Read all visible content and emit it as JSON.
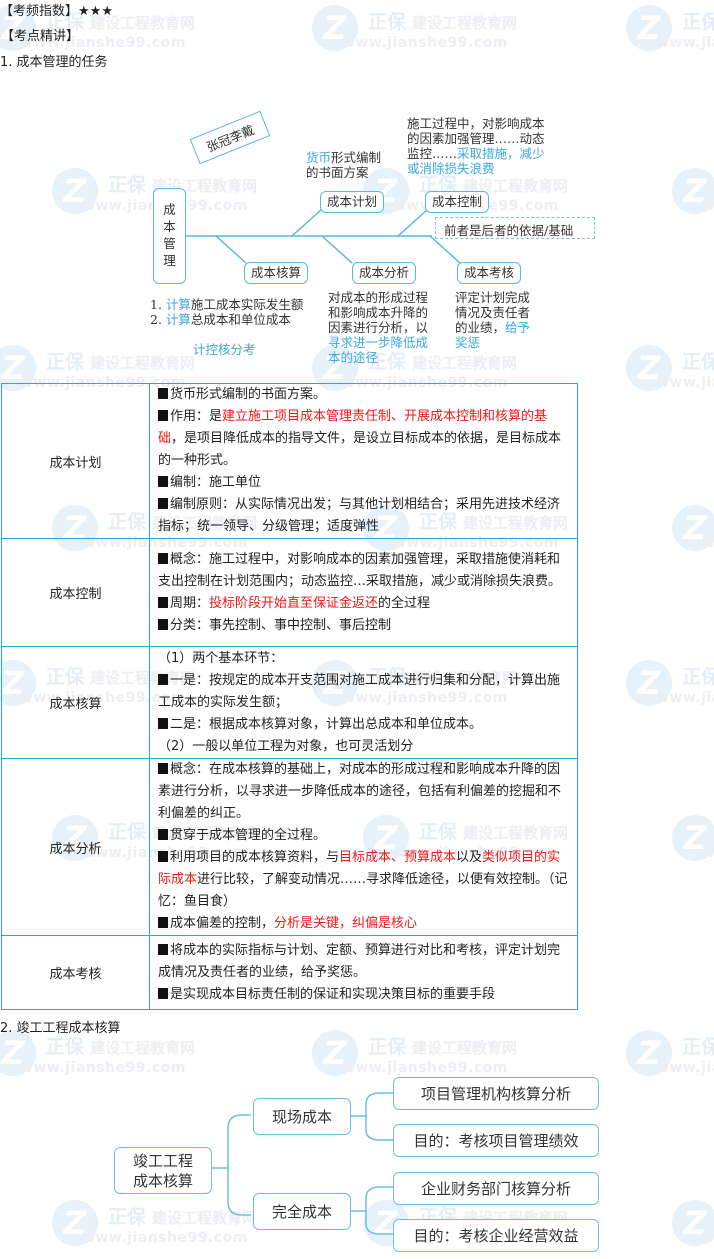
{
  "header": {
    "frequency_label": "【考频指数】",
    "frequency_stars": "★★★",
    "section_label": "【考点精讲】",
    "heading1": "1. 成本管理的任务",
    "heading2": "2. 竣工工程成本核算"
  },
  "watermark": {
    "brand": "正保",
    "name": "建设工程教育网",
    "url": "www.jianshe99.com"
  },
  "fishbone": {
    "stamp": "张冠李戴",
    "root": [
      "成",
      "本",
      "管",
      "理"
    ],
    "nodes": {
      "plan": "成本计划",
      "control": "成本控制",
      "accounting": "成本核算",
      "analysis": "成本分析",
      "assessment": "成本考核"
    },
    "dashed_note": "前者是后者的依据/基础",
    "plan_note": {
      "blue": "货币",
      "line1_rest": "形式编制",
      "line2": "的书面方案"
    },
    "control_note": {
      "line1": "施工过程中，对影响成本",
      "line2": "的因素加强管理……动态",
      "line3_black": "监控……",
      "line3_blue": "采取措施，减少",
      "line4_blue": "或消除损失浪费"
    },
    "accounting_note": {
      "item1_num": "1. ",
      "item1_blue": "计算",
      "item1_rest": "施工成本实际发生额",
      "item2_num": "2. ",
      "item2_blue": "计算",
      "item2_rest": "总成本和单位成本",
      "mnemonic": "计控核分考"
    },
    "analysis_note": {
      "line1": "对成本的形成过程",
      "line2": "和影响成本升降的",
      "line3": "因素进行分析，以",
      "line4_blue": "寻求进一步降低成",
      "line5_blue": "本的途径"
    },
    "assessment_note": {
      "line1": "评定计划完成",
      "line2": "情况及责任者",
      "line3_black": "的业绩，",
      "line3_blue": "给予",
      "line4_blue": "奖惩"
    }
  },
  "table": {
    "rows": [
      {
        "label": "成本计划",
        "paras": [
          [
            {
              "t": "货币形式编制的书面方案。",
              "b": true
            }
          ],
          [
            {
              "t": "作用：是",
              "b": true
            },
            {
              "t": "建立施工项目成本管理责任制、开展成本控制和核算的基础",
              "red": true
            },
            {
              "t": "，是项目降低成本的指导文件，是设立目标成本的依据，是目标成本的一种形式。"
            }
          ],
          [
            {
              "t": "编制：施工单位",
              "b": true
            }
          ],
          [
            {
              "t": "编制原则：从实际情况出发；与其他计划相结合；采用先进技术经济指标；统一领导、分级管理；适度弹性",
              "b": true
            }
          ]
        ]
      },
      {
        "label": "成本控制",
        "paras": [
          [
            {
              "t": "概念：施工过程中，对影响成本的因素加强管理，采取措施使消耗和支出控制在计划范围内；动态监控…采取措施，减少或消除损失浪费。",
              "b": true
            }
          ],
          [
            {
              "t": "周期：",
              "b": true
            },
            {
              "t": "投标阶段开始直至保证金返还",
              "red": true
            },
            {
              "t": "的全过程"
            }
          ],
          [
            {
              "t": "分类：事先控制、事中控制、事后控制",
              "b": true
            }
          ]
        ]
      },
      {
        "label": "成本核算",
        "paras": [
          [
            {
              "t": "（1）两个基本环节："
            }
          ],
          [
            {
              "t": "一是：按规定的成本开支范围对施工成本进行归集和分配，计算出施工成本的实际发生额；",
              "b": true
            }
          ],
          [
            {
              "t": "二是：根据成本核算对象，计算出总成本和单位成本。",
              "b": true
            }
          ],
          [
            {
              "t": "（2）一般以单位工程为对象，也可灵活划分"
            }
          ]
        ]
      },
      {
        "label": "成本分析",
        "paras": [
          [
            {
              "t": "概念：在成本核算的基础上，对成本的形成过程和影响成本升降的因素进行分析，以寻求进一步降低成本的途径，包括有利偏差的挖掘和不利偏差的纠正。",
              "b": true
            }
          ],
          [
            {
              "t": "贯穿于成本管理的全过程。",
              "b": true
            }
          ],
          [
            {
              "t": "利用项目的成本核算资料，与",
              "b": true
            },
            {
              "t": "目标成本、预算成本",
              "red": true
            },
            {
              "t": "以及"
            },
            {
              "t": "类似项目的实际成本",
              "red": true
            },
            {
              "t": "进行比较，了解变动情况……寻求降低途径，以便有效控制。（记忆：鱼目食）"
            }
          ],
          [
            {
              "t": "成本偏差的控制，",
              "b": true
            },
            {
              "t": "分析是关键，纠偏是核心",
              "red": true
            }
          ]
        ]
      },
      {
        "label": "成本考核",
        "paras": [
          [
            {
              "t": "将成本的实际指标与计划、定额、预算进行对比和考核，评定计划完成情况及责任者的业绩，给予奖惩。",
              "b": true
            }
          ],
          [
            {
              "t": "是实现成本目标责任制的保证和实现决策目标的重要手段",
              "b": true
            }
          ]
        ]
      }
    ]
  },
  "tree": {
    "root": [
      "竣工工程",
      "成本核算"
    ],
    "branches": [
      {
        "label": "现场成本",
        "children": [
          "项目管理机构核算分析",
          "目的：考核项目管理绩效"
        ]
      },
      {
        "label": "完全成本",
        "children": [
          "企业财务部门核算分析",
          "目的：考核企业经营效益"
        ]
      }
    ]
  },
  "colors": {
    "accent_blue": "#3aa8db",
    "table_border": "#27a8d8",
    "highlight_red": "#f01818"
  }
}
